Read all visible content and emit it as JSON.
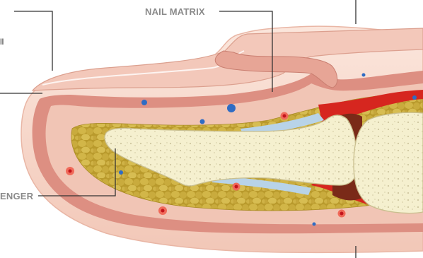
{
  "labels": {
    "nail_matrix": "NAIL MATRIX",
    "left_partial": "ll",
    "finger_partial": "ENGER"
  },
  "colors": {
    "skin_light": "#f6d8cc",
    "skin_mid": "#eeb9a7",
    "dermis": "#d8867a",
    "fat": "#c2a233",
    "bone": "#f4efcc",
    "blood_red": "#d6261f",
    "vessel_blue": "#2f6cc4",
    "joint_cartilage": "#b8d3e8",
    "label_grey": "#8a8a8a",
    "leader_line": "#333333"
  }
}
